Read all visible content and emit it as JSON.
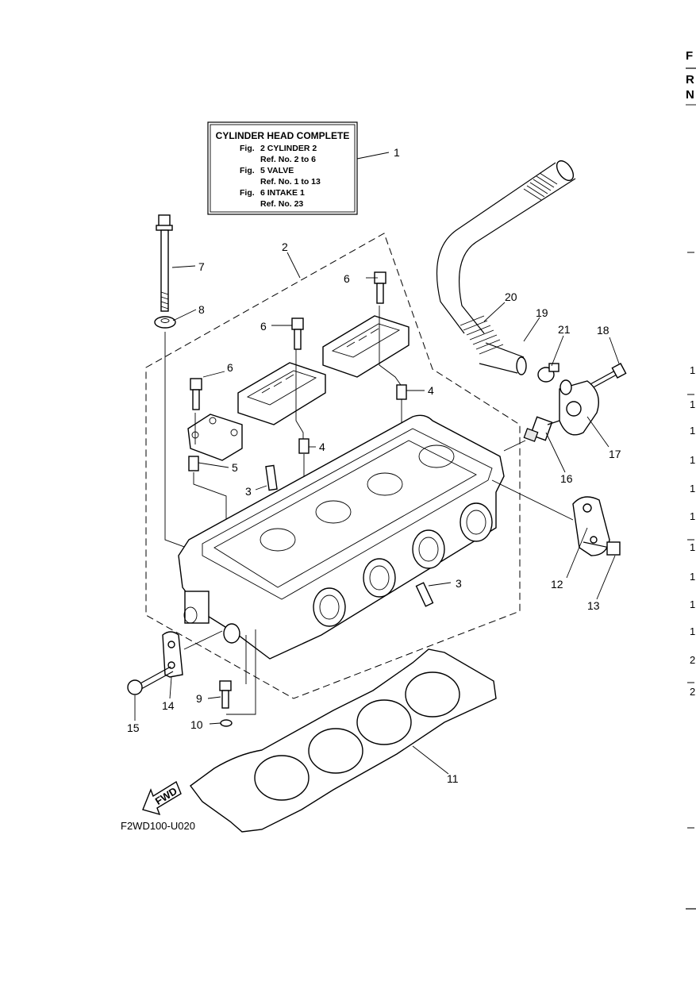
{
  "header_box": {
    "title": "CYLINDER HEAD COMPLETE",
    "lines": [
      {
        "fig": "Fig.",
        "text": "2 CYLINDER 2"
      },
      {
        "fig": "",
        "text": "Ref. No. 2 to 6"
      },
      {
        "fig": "Fig.",
        "text": "5 VALVE"
      },
      {
        "fig": "",
        "text": "Ref. No. 1 to 13"
      },
      {
        "fig": "Fig.",
        "text": "6 INTAKE 1"
      },
      {
        "fig": "",
        "text": "Ref. No. 23"
      }
    ]
  },
  "callouts": {
    "c1": "1",
    "c2": "2",
    "c3a": "3",
    "c3b": "3",
    "c4a": "4",
    "c4b": "4",
    "c5": "5",
    "c6a": "6",
    "c6b": "6",
    "c6c": "6",
    "c7": "7",
    "c8": "8",
    "c9": "9",
    "c10": "10",
    "c11": "11",
    "c12": "12",
    "c13": "13",
    "c14": "14",
    "c15": "15",
    "c16": "16",
    "c17": "17",
    "c18": "18",
    "c19": "19",
    "c20": "20",
    "c21": "21"
  },
  "fwd_label": "FWD",
  "figure_code": "F2WD100-U020",
  "right_edge": {
    "top_letters": [
      "F",
      "R",
      "N"
    ],
    "numbers": [
      "1",
      "1",
      "1",
      "1",
      "1",
      "1",
      "1",
      "1",
      "1",
      "1",
      "2",
      "2"
    ]
  }
}
